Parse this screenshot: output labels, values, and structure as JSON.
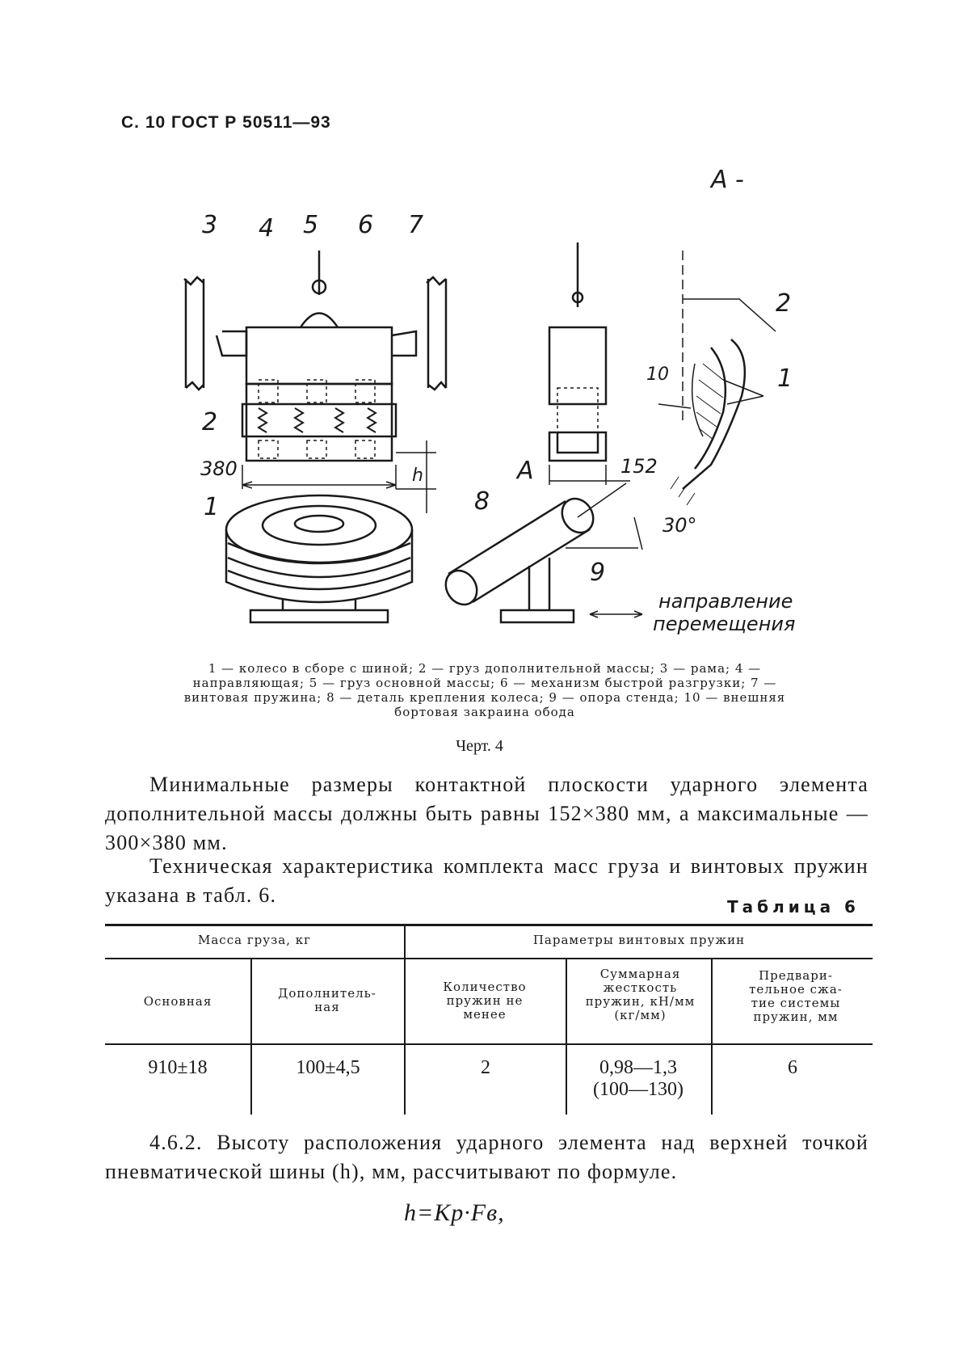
{
  "header": "С. 10 ГОСТ Р 50511—93",
  "figure": {
    "view_label": "А -",
    "callouts": [
      "3",
      "4",
      "5",
      "6",
      "7",
      "2",
      "1",
      "8",
      "9",
      "А",
      "10",
      "1",
      "2"
    ],
    "dim_380": "380",
    "dim_h": "h",
    "dim_152": "152",
    "angle": "30°",
    "direction_line1": "направление",
    "direction_line2": "перемещения"
  },
  "legend": "1 — колесо в сборе с шиной; 2 — груз дополнительной массы; 3 — рама; 4 — направляющая; 5 — груз основной массы; 6 — механизм быстрой разгрузки; 7 — винтовая пружина; 8 — деталь крепления колеса; 9 — опора стенда; 10 — внешняя бортовая закраина обода",
  "figure_caption": "Черт. 4",
  "paragraph1": "Минимальные размеры контактной плоскости ударного элемента дополнительной массы должны быть равны 152×380 мм, а максимальные — 300×380 мм.",
  "paragraph2": "Техническая характеристика комплекта масс груза и винтовых пружин указана в табл. 6.",
  "table": {
    "title": "Таблица 6",
    "group1": "Масса груза, кг",
    "group2": "Параметры винтовых пружин",
    "columns": [
      "Основная",
      "Дополнитель-ная",
      "Количество пружин не менее",
      "Суммарная жесткость пружин, кН/мм (кг/мм)",
      "Предвари-тельное сжа-тие системы пружин, мм"
    ],
    "row": [
      "910±18",
      "100±4,5",
      "2",
      "0,98—1,3 (100—130)",
      "6"
    ]
  },
  "paragraph3": "4.6.2. Высоту расположения ударного элемента над верхней точкой пневматической шины (h), мм, рассчитывают по формуле.",
  "formula": "h=Kр·Fв,"
}
